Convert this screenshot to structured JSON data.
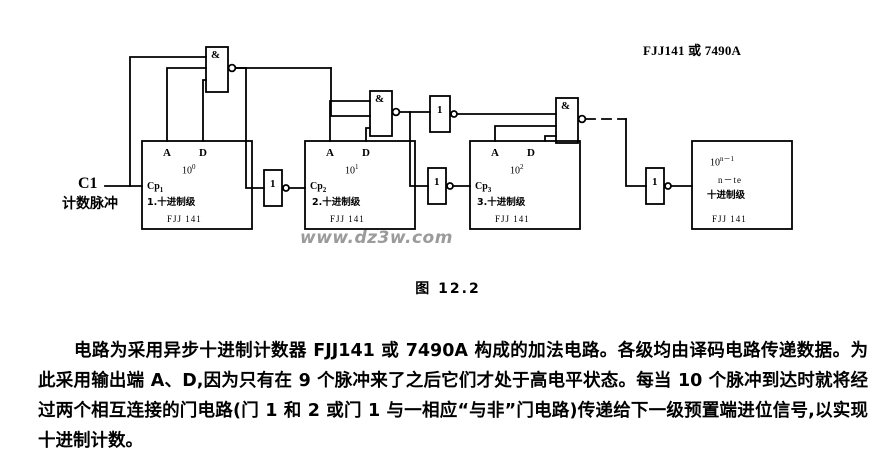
{
  "figure": {
    "top_right_label": "FJJ141 或 7490A",
    "input_label": "C1",
    "input_sublabel": "计数脉冲",
    "caption": "图 12.2",
    "watermark": "www.dz3w.com",
    "counter_blocks": [
      {
        "pin_a": "A",
        "pin_d": "D",
        "weight_base": "10",
        "weight_exp": "0",
        "clock": "Cp",
        "clock_index": "1",
        "stage": "1.十进制级",
        "part": "FJJ   141"
      },
      {
        "pin_a": "A",
        "pin_d": "D",
        "weight_base": "10",
        "weight_exp": "1",
        "clock": "Cp",
        "clock_index": "2",
        "stage": "2.十进制级",
        "part": "FJJ   141"
      },
      {
        "pin_a": "A",
        "pin_d": "D",
        "weight_base": "10",
        "weight_exp": "2",
        "clock": "Cp",
        "clock_index": "3",
        "stage": "3.十进制级",
        "part": "FJJ   141"
      },
      {
        "weight_base": "10",
        "weight_exp": "n－1",
        "stage_index": "n－te",
        "stage": "十进制级",
        "part": "FJJ   141"
      }
    ],
    "gates": [
      {
        "name": "nand-gate-1",
        "symbol": "&"
      },
      {
        "name": "nand-gate-2",
        "symbol": "&"
      },
      {
        "name": "nand-gate-3",
        "symbol": "&"
      },
      {
        "name": "inverter-gate-1",
        "symbol": "1"
      },
      {
        "name": "inverter-gate-2",
        "symbol": "1"
      },
      {
        "name": "inverter-gate-3",
        "symbol": "1"
      },
      {
        "name": "inverter-gate-4",
        "symbol": "1"
      }
    ]
  },
  "body": {
    "paragraph": "电路为采用异步十进制计数器 FJJ141 或 7490A 构成的加法电路。各级均由译码电路传递数据。为此采用输出端 A、D,因为只有在 9 个脉冲来了之后它们才处于高电平状态。每当 10 个脉冲到达时就将经过两个相互连接的门电路(门 1 和 2 或门 1 与一相应“与非”门电路)传递给下一级预置端进位信号,以实现十进制计数。"
  },
  "colors": {
    "ink": "#000000",
    "paper": "#ffffff",
    "watermark": "#9b9b9b"
  }
}
